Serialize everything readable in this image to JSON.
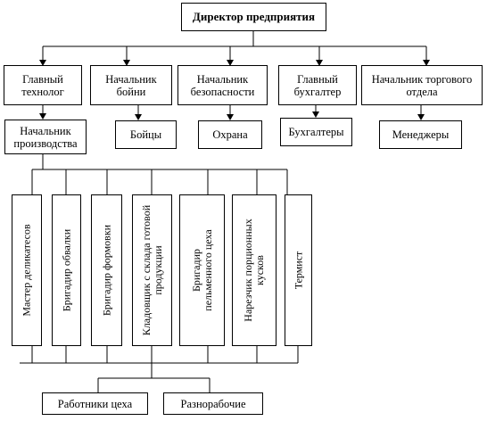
{
  "director": "Директор предприятия",
  "level1": {
    "chief_technologist": "Главный технолог",
    "slaughter_head": "Начальник бойни",
    "security_head": "Начальник безопасности",
    "chief_accountant": "Главный бухгалтер",
    "sales_head": "Начальник торгового отдела"
  },
  "level2": {
    "production_head": "Начальник производства",
    "slaughterers": "Бойцы",
    "guards": "Охрана",
    "accountants": "Бухгалтеры",
    "managers": "Менеджеры"
  },
  "production_units": {
    "delicacy_master": "Мастер деликатесов",
    "scalding_foreman": "Бригадир обвалки",
    "molding_foreman": "Бригадир формовки",
    "warehouse_keeper": "Кладовщик с склада готовой продукции",
    "dumpling_foreman": "Бригадир пельменного цеха",
    "portion_cutter": "Нарезчик порционных кусков",
    "heat_operator": "Термист"
  },
  "bottom": {
    "shop_workers": "Работники цеха",
    "laborers": "Разнорабочие"
  }
}
